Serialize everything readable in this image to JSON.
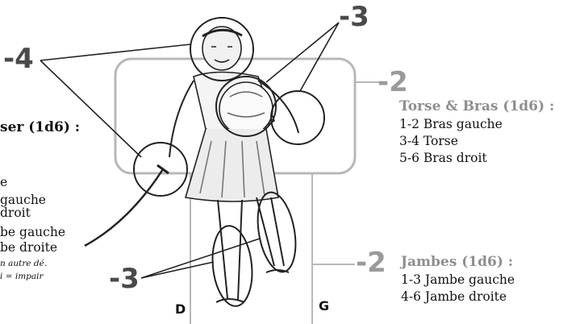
{
  "modifiers": {
    "head": "-4",
    "arms_top": "-3",
    "torso": "-2",
    "legs_left": "-3",
    "legs": "-2"
  },
  "left_table": {
    "title": "ser (1d6) :",
    "entries": [
      "e",
      " gauche",
      " droit",
      "be gauche",
      "be droite"
    ],
    "notes": [
      "n autre dé.",
      "i = impair"
    ]
  },
  "torso_table": {
    "title": "Torse & Bras (1d6) :",
    "entries": [
      "1-2 Bras gauche",
      "3-4 Torse",
      "5-6 Bras droit"
    ]
  },
  "legs_table": {
    "title": "Jambes (1d6) :",
    "entries": [
      "1-3 Jambe gauche",
      "4-6 Jambe droite"
    ]
  },
  "sides": {
    "right_side": "D",
    "left_side": "G"
  }
}
